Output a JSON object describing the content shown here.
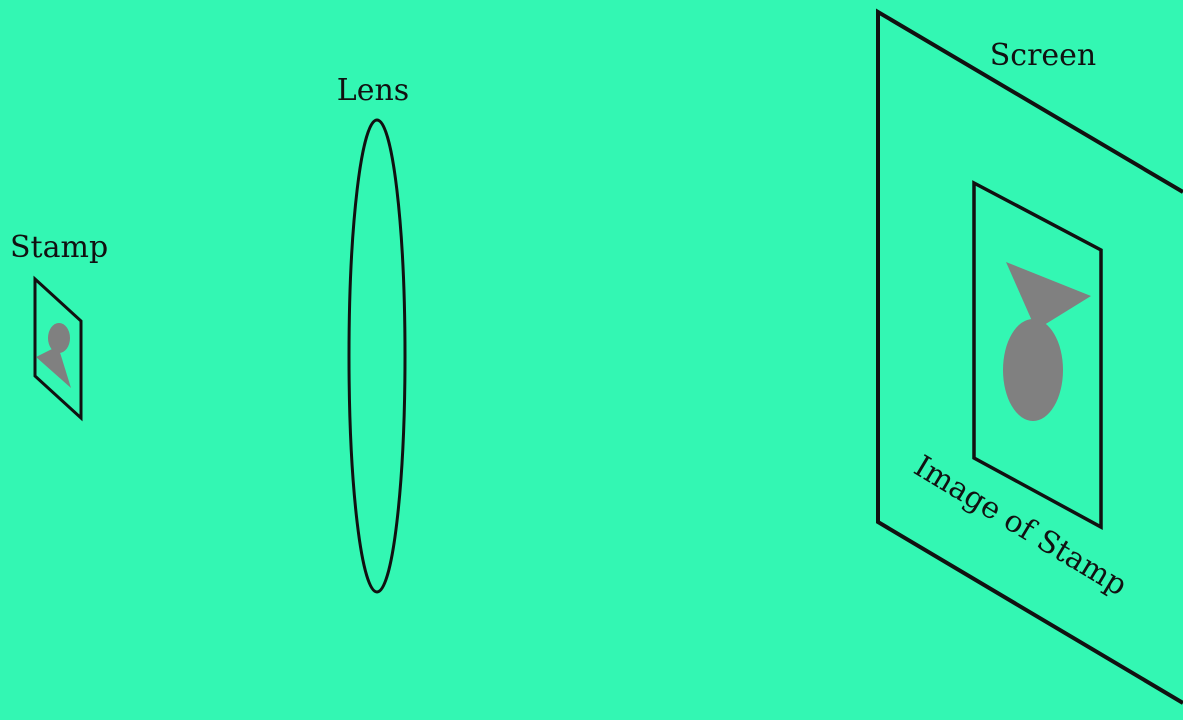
{
  "diagram": {
    "labels": {
      "stamp": "Stamp",
      "lens": "Lens",
      "screen": "Screen",
      "image": "Image of Stamp"
    },
    "colors": {
      "background": "#33f7b3",
      "outline": "#111111",
      "figure": "#808080"
    }
  }
}
